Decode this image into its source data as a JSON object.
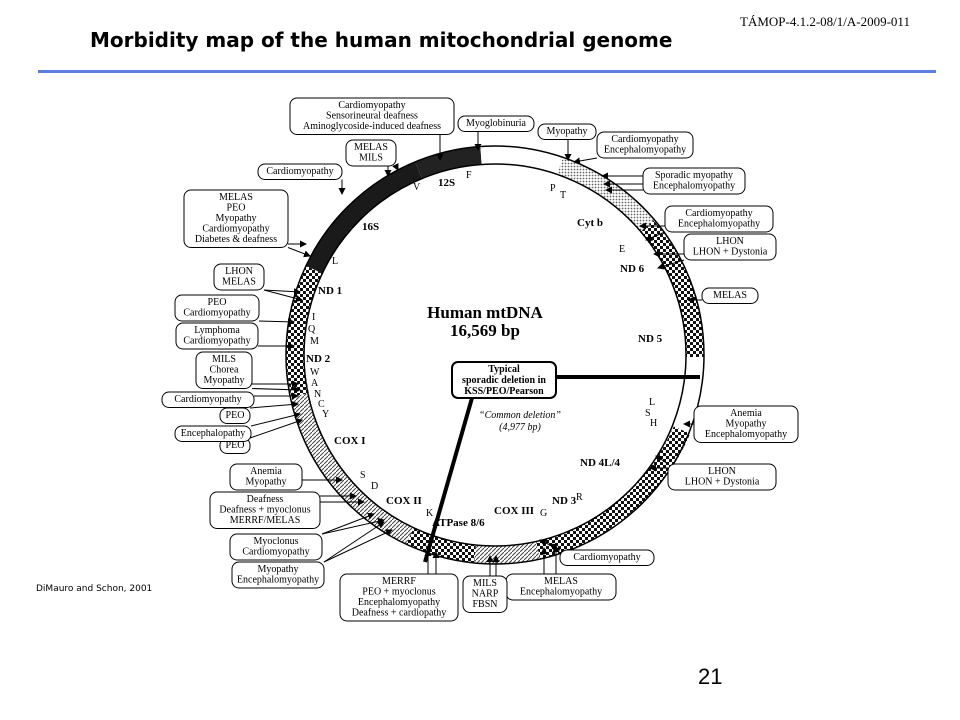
{
  "header": {
    "code": "TÁMOP-4.1.2-08/1/A-2009-011",
    "title": "Morbidity map of the human mitochondrial genome"
  },
  "footer": {
    "citation": "DiMauro and Schon, 2001",
    "page_number": "21"
  },
  "diagram": {
    "center_title": "Human mtDNA",
    "center_size": "16,569 bp",
    "deletion_box": [
      "Typical",
      "sporadic deletion in",
      "KSS/PEO/Pearson"
    ],
    "common_deletion": [
      "“Common deletion”",
      "(4,977 bp)"
    ],
    "genes": [
      "12S",
      "16S",
      "ND 1",
      "ND 2",
      "COX I",
      "COX II",
      "ATPase 8/6",
      "COX III",
      "ND 3",
      "ND 4L/4",
      "ND 5",
      "ND 6",
      "Cyt b"
    ],
    "trnas": [
      "F",
      "V",
      "L",
      "I",
      "Q",
      "M",
      "W",
      "A",
      "N",
      "C",
      "Y",
      "S",
      "D",
      "K",
      "G",
      "R",
      "H",
      "S",
      "L",
      "E",
      "P",
      "T"
    ],
    "phenotype_boxes": [
      [
        "Cardiomyopathy",
        "Sensorineural deafness",
        "Aminoglycoside-induced deafness"
      ],
      [
        "Myoglobinuria"
      ],
      [
        "Myopathy"
      ],
      [
        "Cardiomyopathy",
        "Encephalomyopathy"
      ],
      [
        "Sporadic myopathy",
        "Encephalomyopathy"
      ],
      [
        "Cardiomyopathy",
        "Encephalomyopathy"
      ],
      [
        "LHON",
        "LHON + Dystonia"
      ],
      [
        "MELAS"
      ],
      [
        "Anemia",
        "Myopathy",
        "Encephalomyopathy"
      ],
      [
        "LHON",
        "LHON + Dystonia"
      ],
      [
        "Cardiomyopathy"
      ],
      [
        "MELAS",
        "Encephalomyopathy"
      ],
      [
        "MILS",
        "NARP",
        "FBSN"
      ],
      [
        "MERRF",
        "PEO + myoclonus",
        "Encephalomyopathy",
        "Deafness + cardiopathy"
      ],
      [
        "Myopathy",
        "Encephalomyopathy"
      ],
      [
        "Myoclonus",
        "Cardiomyopathy"
      ],
      [
        "Deafness",
        "Deafness + myoclonus",
        "MERRF/MELAS"
      ],
      [
        "Anemia",
        "Myopathy"
      ],
      [
        "PEO"
      ],
      [
        "Encephalopathy"
      ],
      [
        "PEO"
      ],
      [
        "Cardiomyopathy"
      ],
      [
        "MILS",
        "Chorea",
        "Myopathy"
      ],
      [
        "Lymphoma",
        "Cardiomyopathy"
      ],
      [
        "PEO",
        "Cardiomyopathy"
      ],
      [
        "LHON",
        "MELAS"
      ],
      [
        "MELAS",
        "PEO",
        "Myopathy",
        "Cardiomyopathy",
        "Diabetes & deafness"
      ],
      [
        "Cardiomyopathy"
      ],
      [
        "MELAS",
        "MILS"
      ]
    ]
  }
}
